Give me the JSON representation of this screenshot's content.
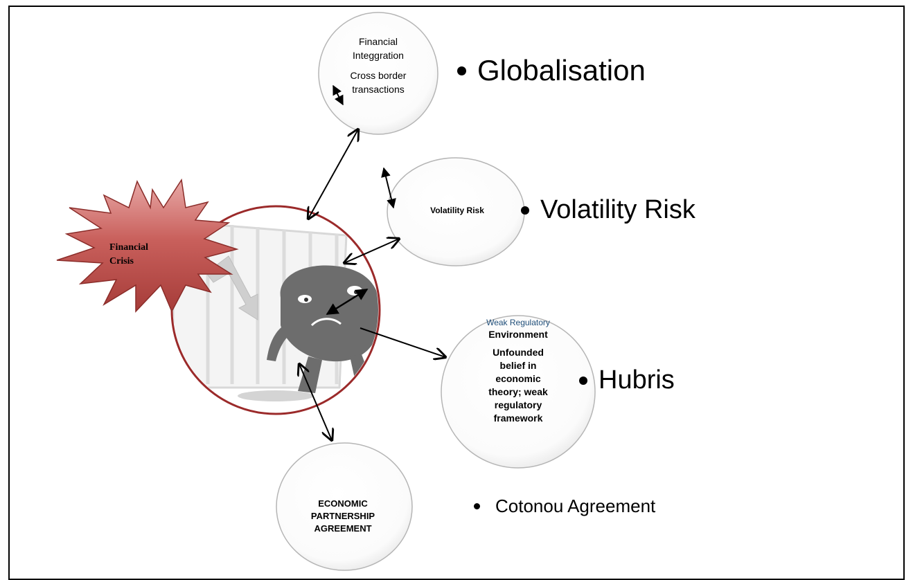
{
  "crisis": {
    "label_line1": "Financial",
    "label_line2": "Crisis"
  },
  "globalisation_node": {
    "line1": "Financial",
    "line2": "Integgration",
    "line3": "Cross border",
    "line4": "transactions"
  },
  "volatility_node": {
    "label": "Volatility Risk"
  },
  "regulatory_node": {
    "line1": "Weak Regulatory",
    "line2": "Environment",
    "line3": "Unfounded",
    "line4": "belief in",
    "line5": "economic",
    "line6": "theory; weak",
    "line7": "regulatory",
    "line8": "framework"
  },
  "epa_node": {
    "line1": "ECONOMIC",
    "line2": "PARTNERSHIP",
    "line3": "AGREEMENT"
  },
  "bullets": {
    "globalisation": "Globalisation",
    "volatility": "Volatility Risk",
    "hubris": "Hubris",
    "cotonou": "Cotonou Agreement"
  },
  "colors": {
    "burst": "#c0504d",
    "center_ring": "#9b2a2a",
    "regulatory_line1": "#1f4e79",
    "figure": "#6d6d6d"
  }
}
